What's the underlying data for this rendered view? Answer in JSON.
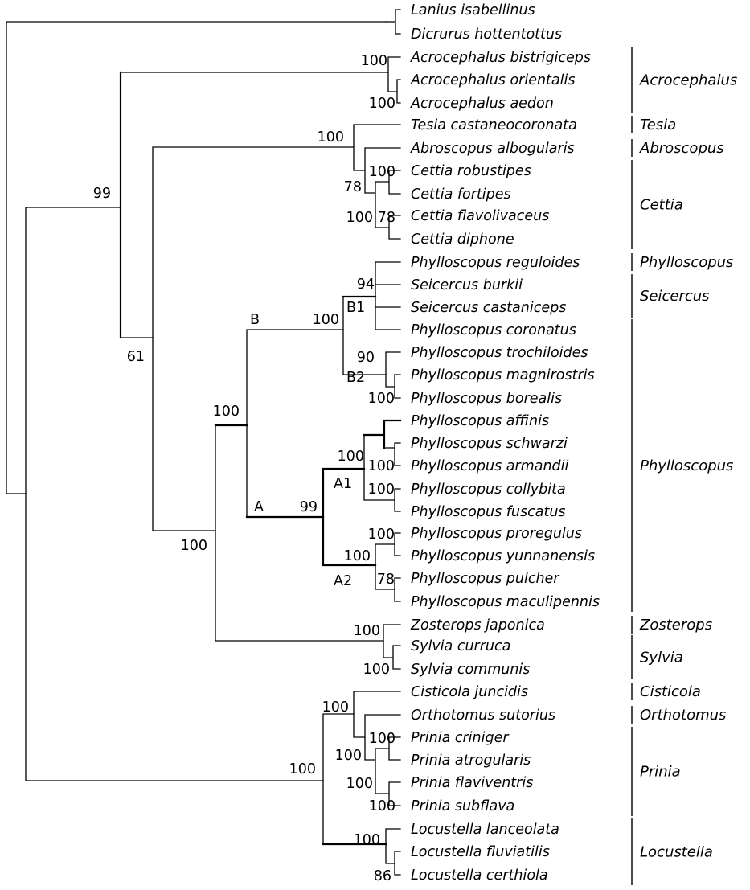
{
  "taxa": [
    "Lanius isabellinus",
    "Dicrurus hottentottus",
    "Acrocephalus bistrigiceps",
    "Acrocephalus orientalis",
    "Acrocephalus aedon",
    "Tesia castaneocoronata",
    "Abroscopus albogularis",
    "Cettia robustipes",
    "Cettia fortipes",
    "Cettia flavolivaceus",
    "Cettia diphone",
    "Phylloscopus reguloides",
    "Seicercus burkii",
    "Seicercus castaniceps",
    "Phylloscopus coronatus",
    "Phylloscopus trochiloides",
    "Phylloscopus magnirostris",
    "Phylloscopus borealis",
    "Phylloscopus affinis",
    "Phylloscopus schwarzi",
    "Phylloscopus armandii",
    "Phylloscopus collybita",
    "Phylloscopus fuscatus",
    "Phylloscopus proregulus",
    "Phylloscopus yunnanensis",
    "Phylloscopus pulcher",
    "Phylloscopus maculipennis",
    "Zosterops japonica",
    "Sylvia curruca",
    "Sylvia communis",
    "Cisticola juncidis",
    "Orthotomus sutorius",
    "Prinia criniger",
    "Prinia atrogularis",
    "Prinia flaviventris",
    "Prinia subflava",
    "Locustella lanceolata",
    "Locustella fluviatilis",
    "Locustella certhiola"
  ],
  "genus_groups": [
    {
      "name": "Acrocephalus",
      "first": 2,
      "last": 4
    },
    {
      "name": "Tesia",
      "first": 5,
      "last": 5
    },
    {
      "name": "Abroscopus",
      "first": 6,
      "last": 6
    },
    {
      "name": "Cettia",
      "first": 7,
      "last": 10
    },
    {
      "name": "Phylloscopus",
      "first": 11,
      "last": 11
    },
    {
      "name": "Seicercus",
      "first": 12,
      "last": 13
    },
    {
      "name": "Phylloscopus",
      "first": 14,
      "last": 26
    },
    {
      "name": "Zosterops",
      "first": 27,
      "last": 27
    },
    {
      "name": "Sylvia",
      "first": 28,
      "last": 29
    },
    {
      "name": "Cisticola",
      "first": 30,
      "last": 30
    },
    {
      "name": "Orthotomus",
      "first": 31,
      "last": 31
    },
    {
      "name": "Prinia",
      "first": 32,
      "last": 35
    },
    {
      "name": "Locustella",
      "first": 36,
      "last": 38
    }
  ],
  "support_values": {
    "acrocephalus_clade": "100",
    "acro_orientalis_aedon": "100",
    "tesia_cettia_clade": "100",
    "abroscopus_cettia": "78",
    "cettia_clade": "100",
    "robustipes_fortipes": "100",
    "flavolivaceus_diphone": "78",
    "acro_cettia_phyllo": "99",
    "acro_cettia_phyllo_internal": "61",
    "phyllo_zosterops_sylvia": "100",
    "phyllo_clade": "100",
    "clade_b": "100",
    "clade_b1": "94",
    "clade_b2": "90",
    "magnirostris_borealis": "100",
    "clade_a": "99",
    "clade_a1": "100",
    "schwarzi_armandii": "100",
    "collybita_fuscatus": "100",
    "clade_a2": "100",
    "proregulus_yunnanensis": "100",
    "pulcher_maculipennis": "78",
    "zosterops_sylvia": "100",
    "sylvia_clade": "100",
    "cisticolidae_locustella": "100",
    "cisticolidae": "100",
    "orthotomus_prinia": "100",
    "prinia_criniger_atrogularis": "100",
    "prinia_clade": "100",
    "prinia_flaviventris_subflava": "100",
    "locustella_clade": "100",
    "locustella_fluviatilis_certhiola": "86"
  },
  "clade_labels": {
    "a": "A",
    "b": "B",
    "a1": "A1",
    "a2": "A2",
    "b1": "B1",
    "b2": "B2"
  }
}
